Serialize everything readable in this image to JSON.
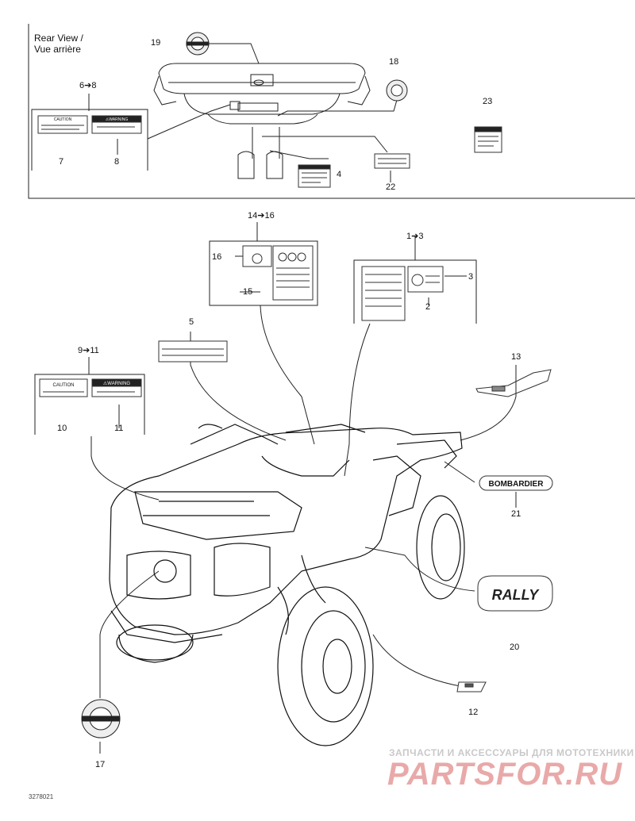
{
  "title_line1": "Rear View /",
  "title_line2": "Vue arrière",
  "callouts": {
    "c19": "19",
    "c18": "18",
    "c23": "23",
    "c6_8": "6➔8",
    "c7": "7",
    "c8": "8",
    "c4": "4",
    "c22": "22",
    "c14_16": "14➔16",
    "c16": "16",
    "c15": "15",
    "c1_3": "1➔3",
    "c3": "3",
    "c2": "2",
    "c5": "5",
    "c9_11": "9➔11",
    "c10": "10",
    "c11": "11",
    "c13": "13",
    "c21": "21",
    "c20": "20",
    "c12": "12",
    "c17": "17"
  },
  "decals": {
    "caution": "CAUTION",
    "warning": "⚠WARNING",
    "bombardier": "BOMBARDIER",
    "rally": "RALLY"
  },
  "watermark": {
    "line1": "ЗАПЧАСТИ И АКСЕССУАРЫ ДЛЯ МОТОТЕХНИКИ",
    "line2": "PARTSFOR.RU"
  },
  "reference": "3278021"
}
